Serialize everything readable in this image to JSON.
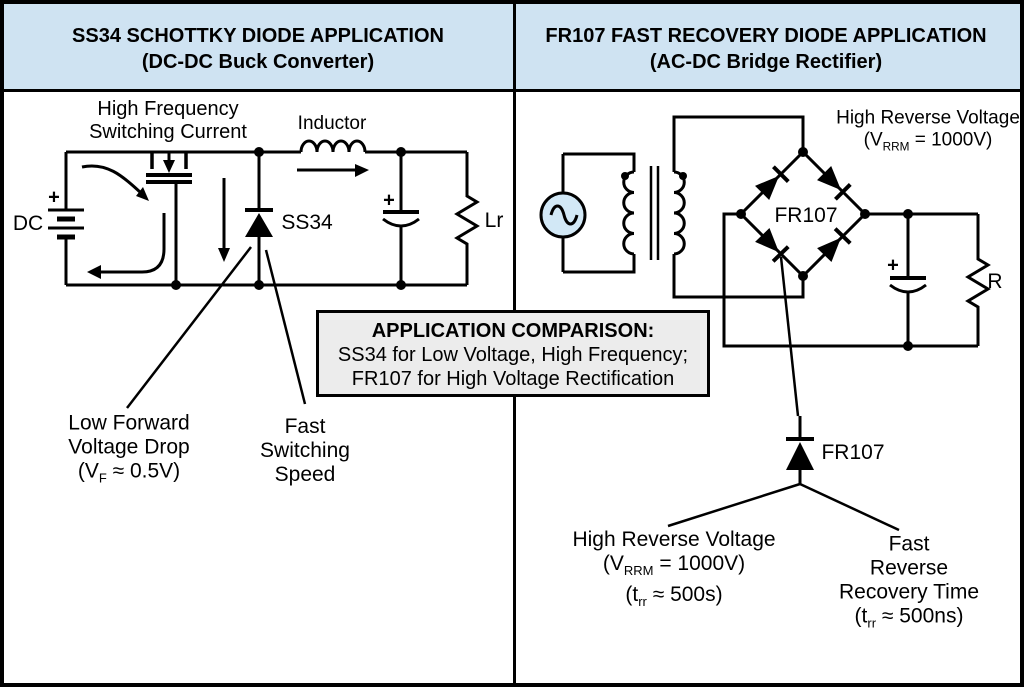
{
  "colors": {
    "header_bg": "#cfe3f2",
    "comparison_bg": "#ececec",
    "ac_source_fill": "#d2e8f6",
    "line": "#000000",
    "background": "#ffffff"
  },
  "header": {
    "left": {
      "line1": "SS34 SCHOTTKY DIODE APPLICATION",
      "line2": "(DC-DC Buck Converter)"
    },
    "right": {
      "line1": "FR107 FAST RECOVERY DIODE APPLICATION",
      "line2": "(AC-DC Bridge Rectifier)"
    }
  },
  "buck_converter": {
    "source_label": "DC",
    "source_plus": "+",
    "switch_note": {
      "line1": "High Frequency",
      "line2": "Switching Current"
    },
    "inductor_label": "Inductor",
    "diode_label": "SS34",
    "cap_plus": "+",
    "load_label": "Lr",
    "forward_drop_note": {
      "line1": "Low Forward",
      "line2": "Voltage Drop",
      "line3_pre": "(V",
      "line3_sub": "F",
      "line3_post": " ≈ 0.5V)"
    },
    "switching_note": {
      "line1": "Fast",
      "line2": "Switching",
      "line3": "Speed"
    }
  },
  "comparison": {
    "title": "APPLICATION COMPARISON:",
    "line1": "SS34 for Low Voltage, High Frequency;",
    "line2": "FR107 for High Voltage Rectification"
  },
  "bridge_rectifier": {
    "reverse_voltage_note": {
      "line1": "High Reverse Voltage",
      "line2_pre": "(V",
      "line2_sub": "RRM",
      "line2_post": " = 1000V)"
    },
    "bridge_label": "FR107",
    "cap_plus": "+",
    "load_label": "R",
    "diode_label": "FR107",
    "reverse_voltage_note2": {
      "line1": "High Reverse Voltage",
      "line2_pre": "(V",
      "line2_sub": "RRM",
      "line2_post": " = 1000V)",
      "line3_pre": "(t",
      "line3_sub": "rr",
      "line3_post": " ≈ 500s)"
    },
    "recovery_note": {
      "line1": "Fast",
      "line2": "Reverse",
      "line3": "Recovery Time",
      "line4_pre": "(t",
      "line4_sub": "rr",
      "line4_post": " ≈ 500ns)"
    }
  },
  "icons": [
    "dc-battery-icon",
    "mosfet-switch-icon",
    "inductor-icon",
    "schottky-diode-icon",
    "capacitor-icon",
    "resistor-icon",
    "ac-source-icon",
    "sine-wave-icon",
    "transformer-icon",
    "phase-dot",
    "bridge-diode-icon",
    "fr107-diode-icon",
    "junction-dot",
    "current-arrow",
    "leader-line"
  ]
}
